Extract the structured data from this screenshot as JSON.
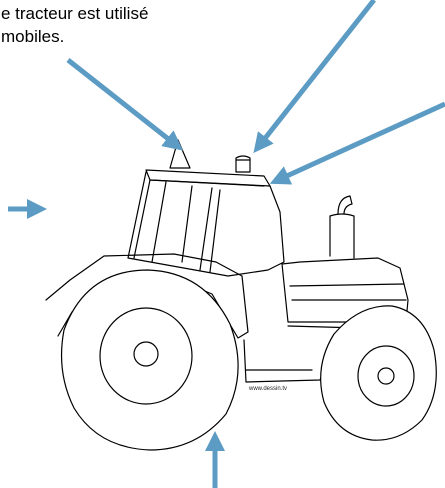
{
  "caption": {
    "line1": "e tracteur est utilisé",
    "line2": "mobiles."
  },
  "watermark": "www.dessin.tv",
  "colors": {
    "arrow": "#5B9BC4",
    "outline": "#000000",
    "background": "#ffffff"
  },
  "icons": [
    "arrow-icon",
    "tractor-drawing"
  ]
}
